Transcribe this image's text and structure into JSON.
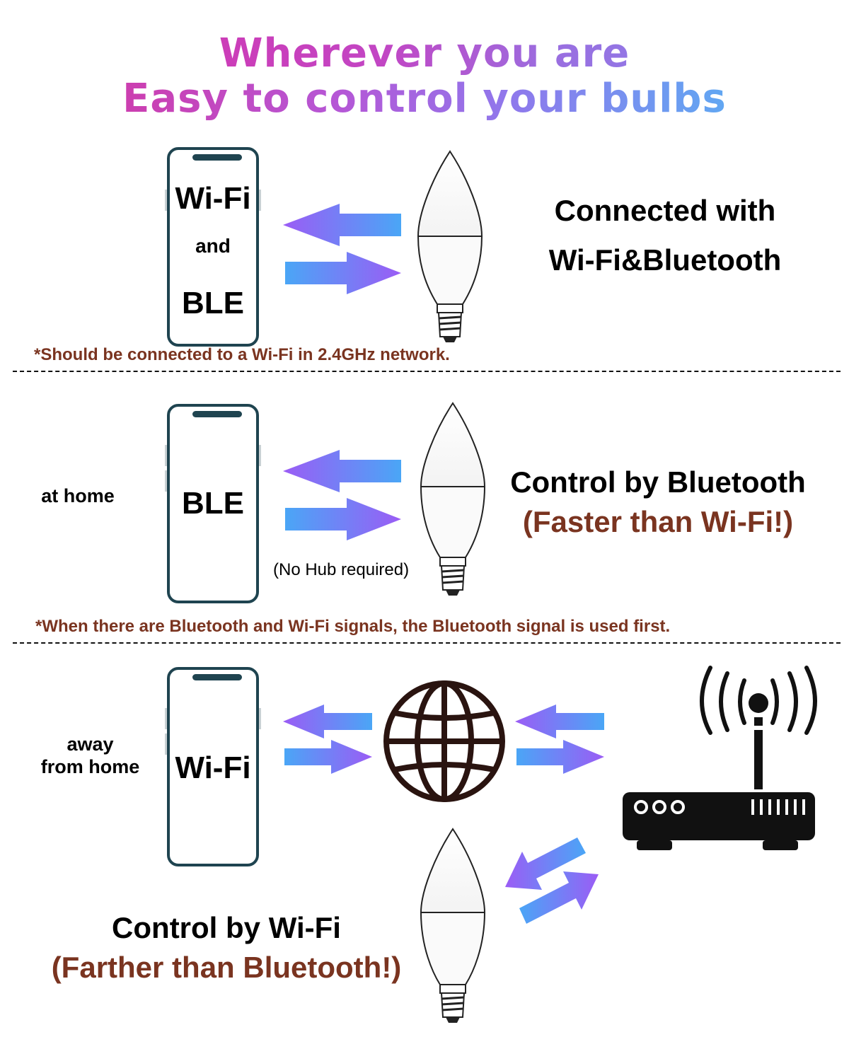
{
  "title": {
    "line1": "Wherever you are",
    "line2": "Easy to control your bulbs"
  },
  "section1": {
    "phone_line1": "Wi-Fi",
    "phone_line2": "and",
    "phone_line3": "BLE",
    "caption_line1": "Connected with",
    "caption_line2": "Wi-Fi&Bluetooth",
    "note": "*Should be connected to a Wi-Fi in 2.4GHz network."
  },
  "section2": {
    "side_label": "at home",
    "phone_text": "BLE",
    "hub_note": "(No Hub required)",
    "caption_line1": "Control by Bluetooth",
    "caption_line2": "(Faster than Wi-Fi!)",
    "note": "*When there are Bluetooth and Wi-Fi signals, the Bluetooth signal is used first."
  },
  "section3": {
    "side_label_line1": "away",
    "side_label_line2": "from home",
    "phone_text": "Wi-Fi",
    "caption_line1": "Control by Wi-Fi",
    "caption_line2": "(Farther than Bluetooth!)"
  },
  "colors": {
    "purple": "#9b5cf5",
    "blue": "#4aa6f6",
    "note_brown": "#7a3420",
    "phone_frame": "#1f4450"
  },
  "icons": [
    "phone-icon",
    "bulb-icon",
    "globe-icon",
    "router-icon",
    "wifi-signal-icon",
    "arrow-left-icon",
    "arrow-right-icon"
  ]
}
